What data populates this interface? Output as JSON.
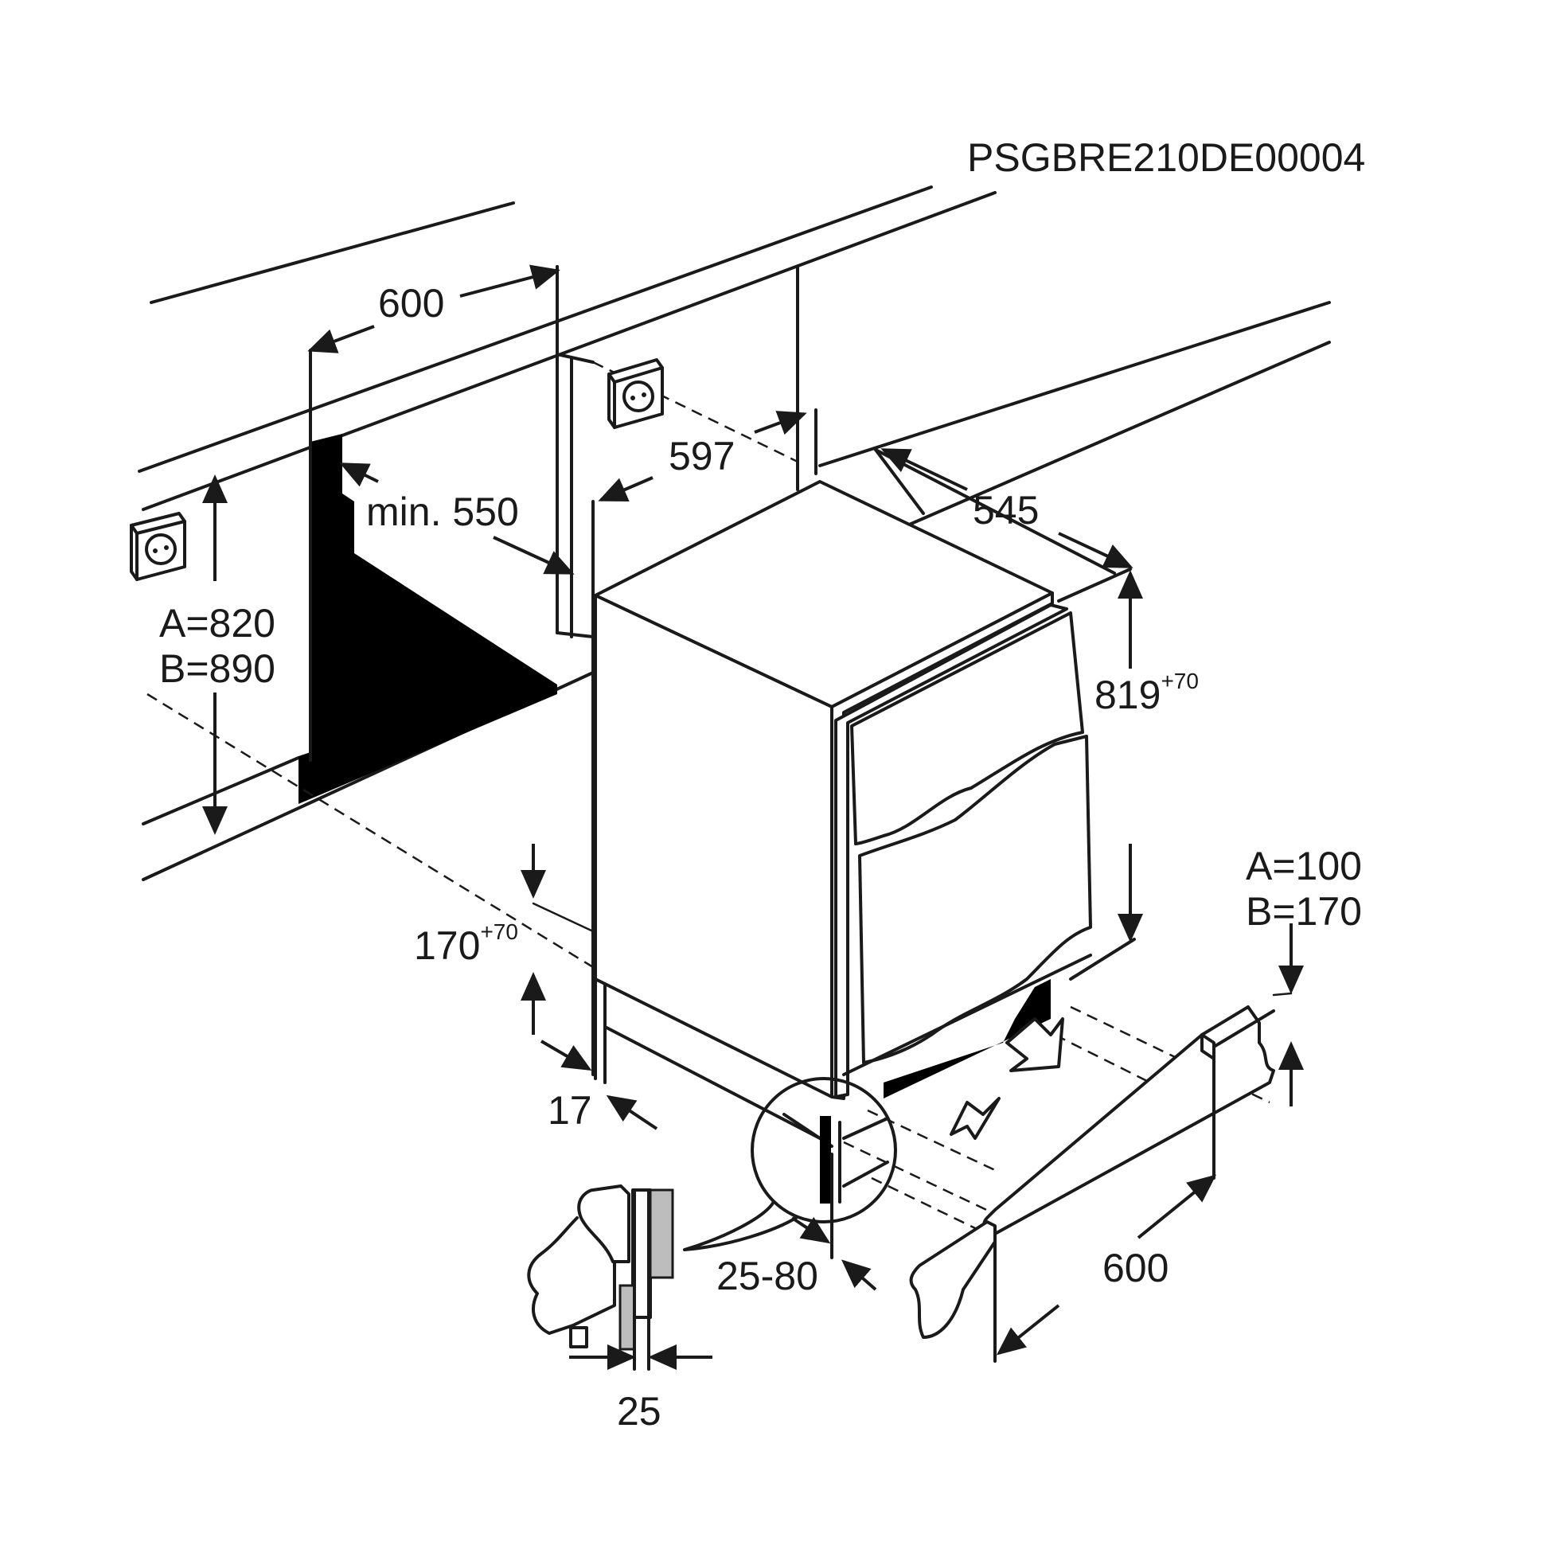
{
  "model_code": "PSGBRE210DE00004",
  "dimensions": {
    "niche_width": "600",
    "niche_depth_min": "min. 550",
    "appliance_width": "597",
    "appliance_depth": "545",
    "appliance_height": "819",
    "appliance_height_tol": "+70",
    "worktop_height_a": "A=820",
    "worktop_height_b": "B=890",
    "plinth_height": "170",
    "plinth_height_tol": "+70",
    "door_recess": "17",
    "plinth_offset": "25-80",
    "door_gap": "25",
    "plinth_vent_a": "A=100",
    "plinth_vent_b": "B=170",
    "plinth_width": "600"
  },
  "icons": [
    "socket-icon",
    "socket-icon",
    "airflow-out-arrow-icon",
    "airflow-in-arrow-icon",
    "hinge-detail-icon"
  ]
}
